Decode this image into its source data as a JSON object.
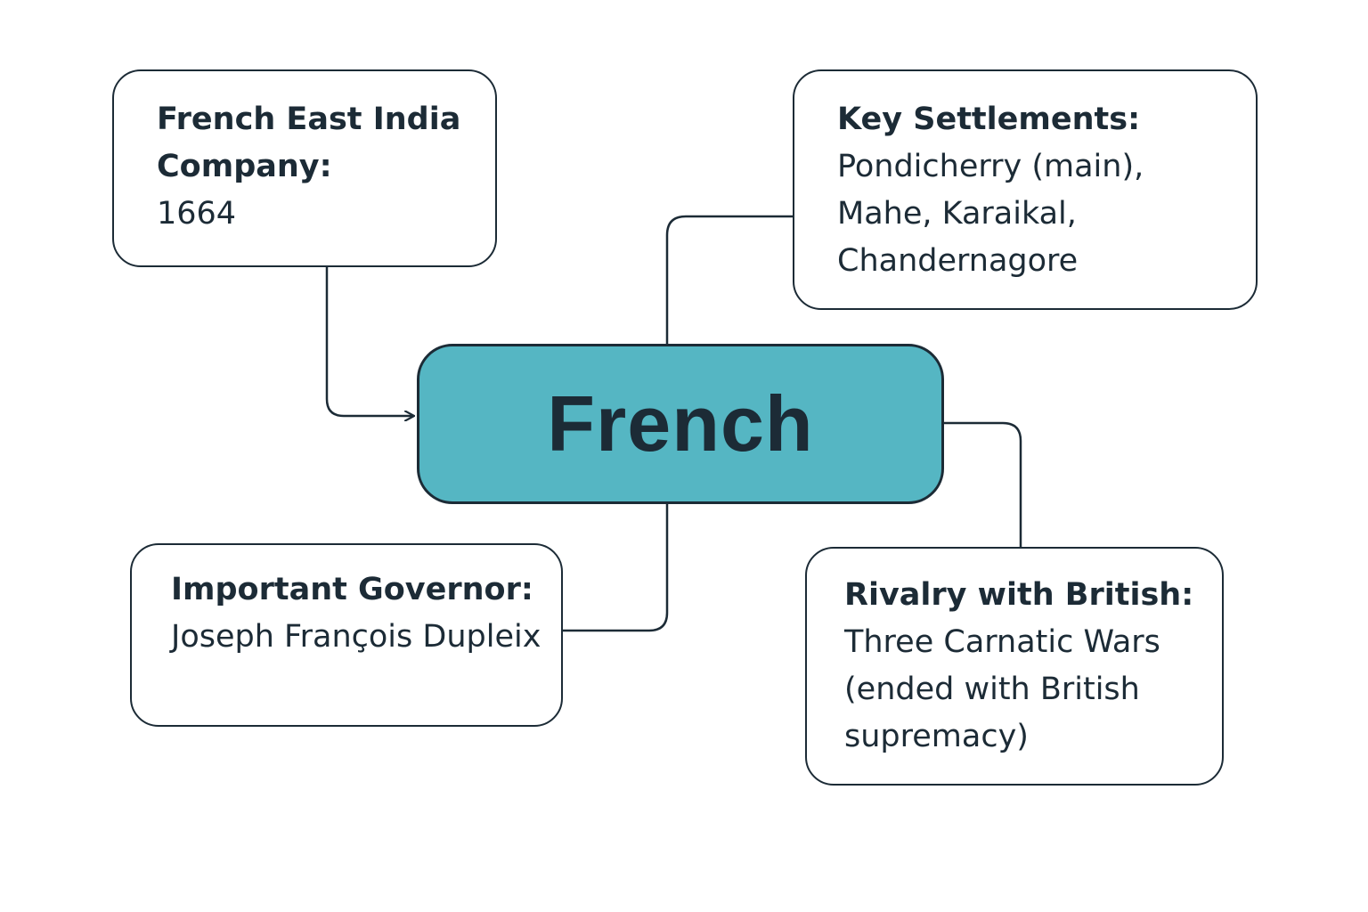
{
  "center": {
    "label": "French",
    "fill_color": "#55b6c3"
  },
  "nodes": {
    "company": {
      "title": "French East India Company:",
      "body": "1664"
    },
    "settlements": {
      "title": "Key Settlements:",
      "body": "Pondicherry (main), Mahe, Karaikal, Chandernagore"
    },
    "governor": {
      "title": "Important Governor:",
      "body": "Joseph François Dupleix"
    },
    "rivalry": {
      "title": "Rivalry with British:",
      "body": "Three Carnatic Wars (ended with British supremacy)"
    }
  },
  "colors": {
    "line": "#1c2b36",
    "text": "#1c2b36",
    "background": "#ffffff"
  }
}
